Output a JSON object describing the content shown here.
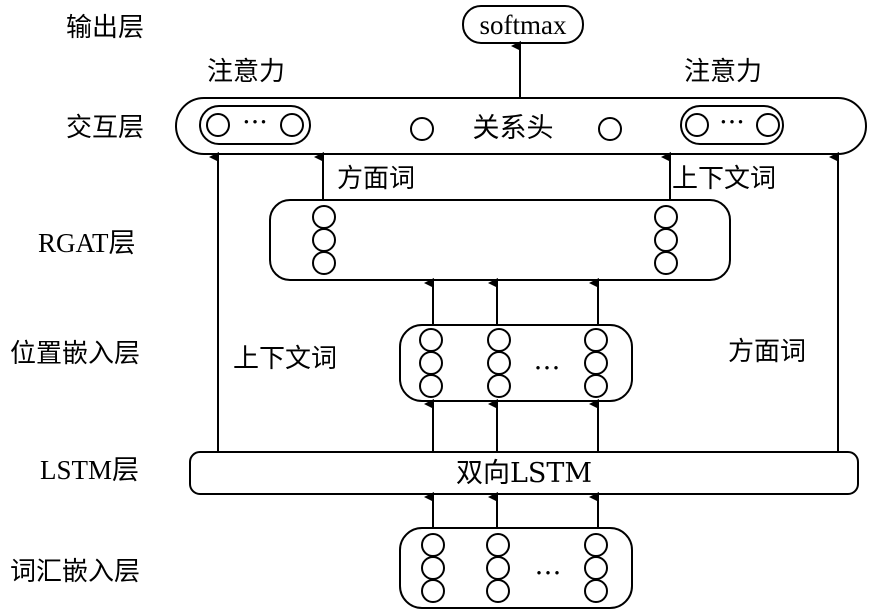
{
  "layers": {
    "output": "输出层",
    "interaction": "交互层",
    "rgat": "RGAT层",
    "position": "位置嵌入层",
    "lstm": "LSTM层",
    "vocab": "词汇嵌入层"
  },
  "nodes": {
    "softmax": "softmax",
    "relation_head": "关系头",
    "bilstm": "双向LSTM"
  },
  "annotations": {
    "attention_left": "注意力",
    "attention_right": "注意力",
    "aspect_word_rgat": "方面词",
    "context_word_rgat": "上下文词",
    "context_word_side": "上下文词",
    "aspect_word_side": "方面词"
  },
  "ellipsis": "…",
  "dots": "···"
}
